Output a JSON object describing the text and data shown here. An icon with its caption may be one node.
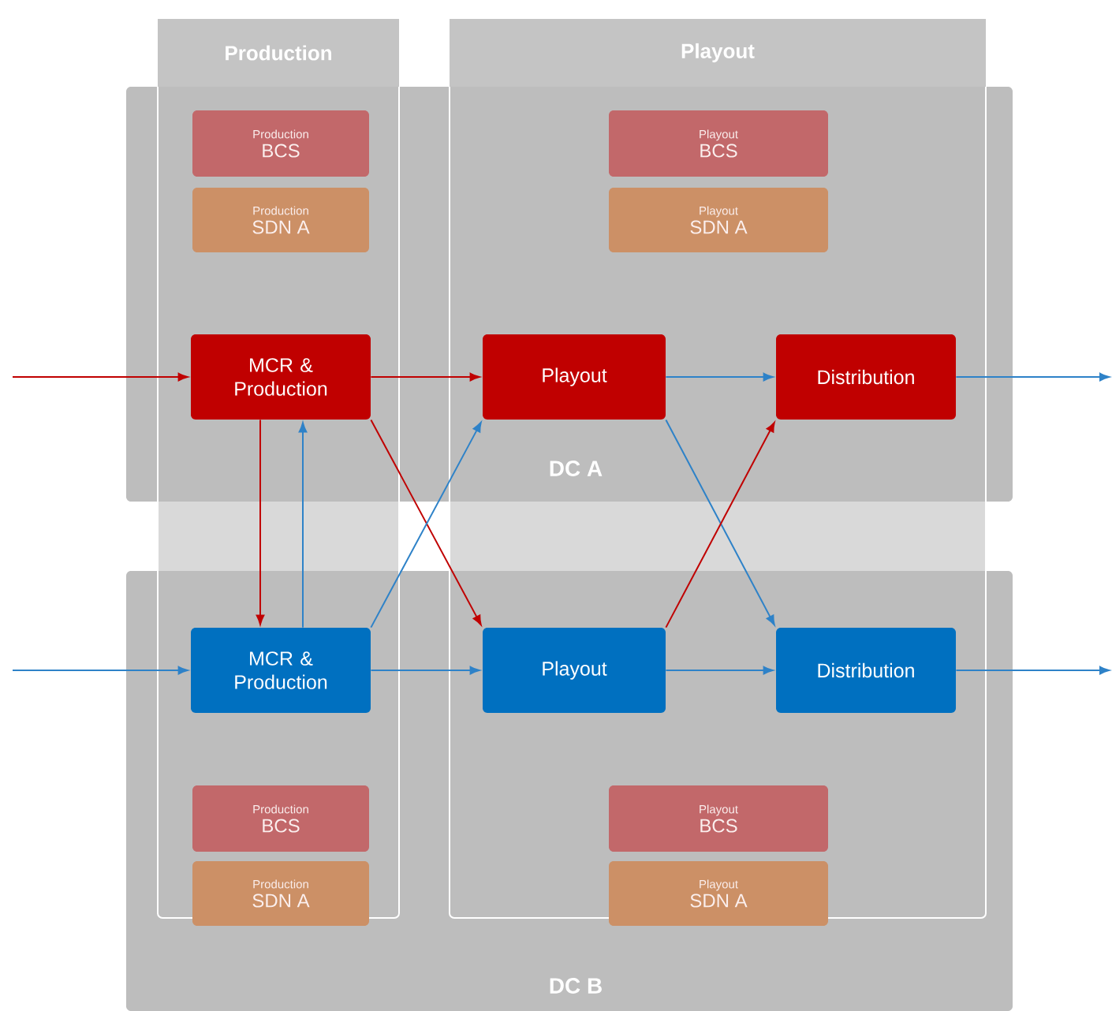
{
  "diagram": {
    "nodes": [
      {
        "text": [
          "Production"
        ]
      },
      {
        "text": [
          "Playout"
        ]
      },
      {
        "text": [
          "DC A"
        ]
      },
      {
        "text": [
          "DC B"
        ]
      },
      {
        "text": [
          "Production",
          "BCS"
        ],
        "in": 2
      },
      {
        "text": [
          "Production",
          "SDN A"
        ],
        "in": 2
      },
      {
        "text": [
          "Playout",
          "BCS"
        ],
        "in": 2
      },
      {
        "text": [
          "Playout",
          "SDN A"
        ],
        "in": 2
      },
      {
        "text": [
          "MCR & Production"
        ],
        "in": 2
      },
      {
        "text": [
          "Playout"
        ],
        "in": 2
      },
      {
        "text": [
          "Distribution"
        ],
        "in": 2
      },
      {
        "text": [
          "MCR & Production"
        ],
        "in": 3
      },
      {
        "text": [
          "Playout"
        ],
        "in": 3
      },
      {
        "text": [
          "Distribution"
        ],
        "in": 3
      },
      {
        "text": [
          "Production",
          "BCS"
        ],
        "in": 3
      },
      {
        "text": [
          "Production",
          "SDN A"
        ],
        "in": 3
      },
      {
        "text": [
          "Playout",
          "BCS"
        ],
        "in": 3
      },
      {
        "text": [
          "Playout",
          "SDN A"
        ],
        "in": 3
      }
    ],
    "edges": [
      {
        "from": null,
        "to": 8,
        "arrow": "to",
        "color": "#c00000"
      },
      {
        "from": 8,
        "to": 9,
        "arrow": "to",
        "color": "#c00000"
      },
      {
        "from": 9,
        "to": 10,
        "arrow": "to"
      },
      {
        "from": 10,
        "to": null,
        "arrow": "to"
      },
      {
        "from": 8,
        "to": 11,
        "arrow": "to",
        "color": "#c00000"
      },
      {
        "from": 11,
        "to": 8,
        "arrow": "to"
      },
      {
        "from": 8,
        "to": 12,
        "arrow": "to",
        "color": "#c00000"
      },
      {
        "from": 11,
        "to": 9,
        "arrow": "to"
      },
      {
        "from": 9,
        "to": 13,
        "arrow": "to"
      },
      {
        "from": 12,
        "to": 10,
        "arrow": "to",
        "color": "#c00000"
      },
      {
        "from": null,
        "to": 11,
        "arrow": "to"
      },
      {
        "from": 11,
        "to": 12,
        "arrow": "to"
      },
      {
        "from": 12,
        "to": 13,
        "arrow": "to"
      },
      {
        "from": 13,
        "to": null,
        "arrow": "to"
      }
    ]
  }
}
